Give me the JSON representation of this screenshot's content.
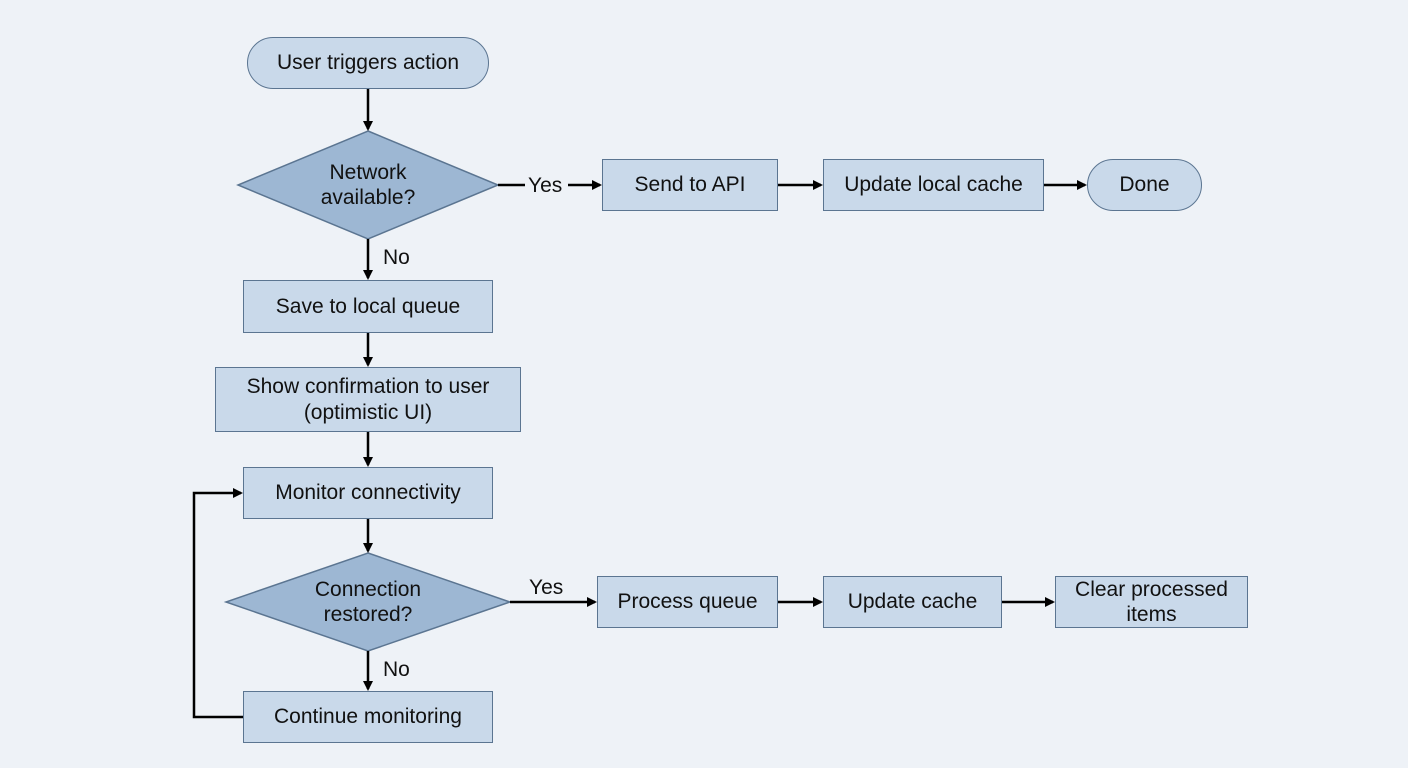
{
  "nodes": {
    "start": "User triggers action",
    "decision1": "Network\navailable?",
    "send_api": "Send to API",
    "update_local_cache": "Update local cache",
    "done": "Done",
    "save_queue": "Save to local queue",
    "show_confirm": "Show confirmation to user\n(optimistic UI)",
    "monitor": "Monitor connectivity",
    "decision2": "Connection\nrestored?",
    "process_queue": "Process queue",
    "update_cache": "Update cache",
    "clear_items": "Clear processed\nitems",
    "continue_monitoring": "Continue monitoring"
  },
  "edge_labels": {
    "d1_yes": "Yes",
    "d1_no": "No",
    "d2_yes": "Yes",
    "d2_no": "No"
  },
  "colors": {
    "node_fill": "#c9d9ea",
    "node_border": "#5b7591",
    "decision_fill": "#9db7d3",
    "arrow": "#000000",
    "background": "#eef2f7"
  }
}
